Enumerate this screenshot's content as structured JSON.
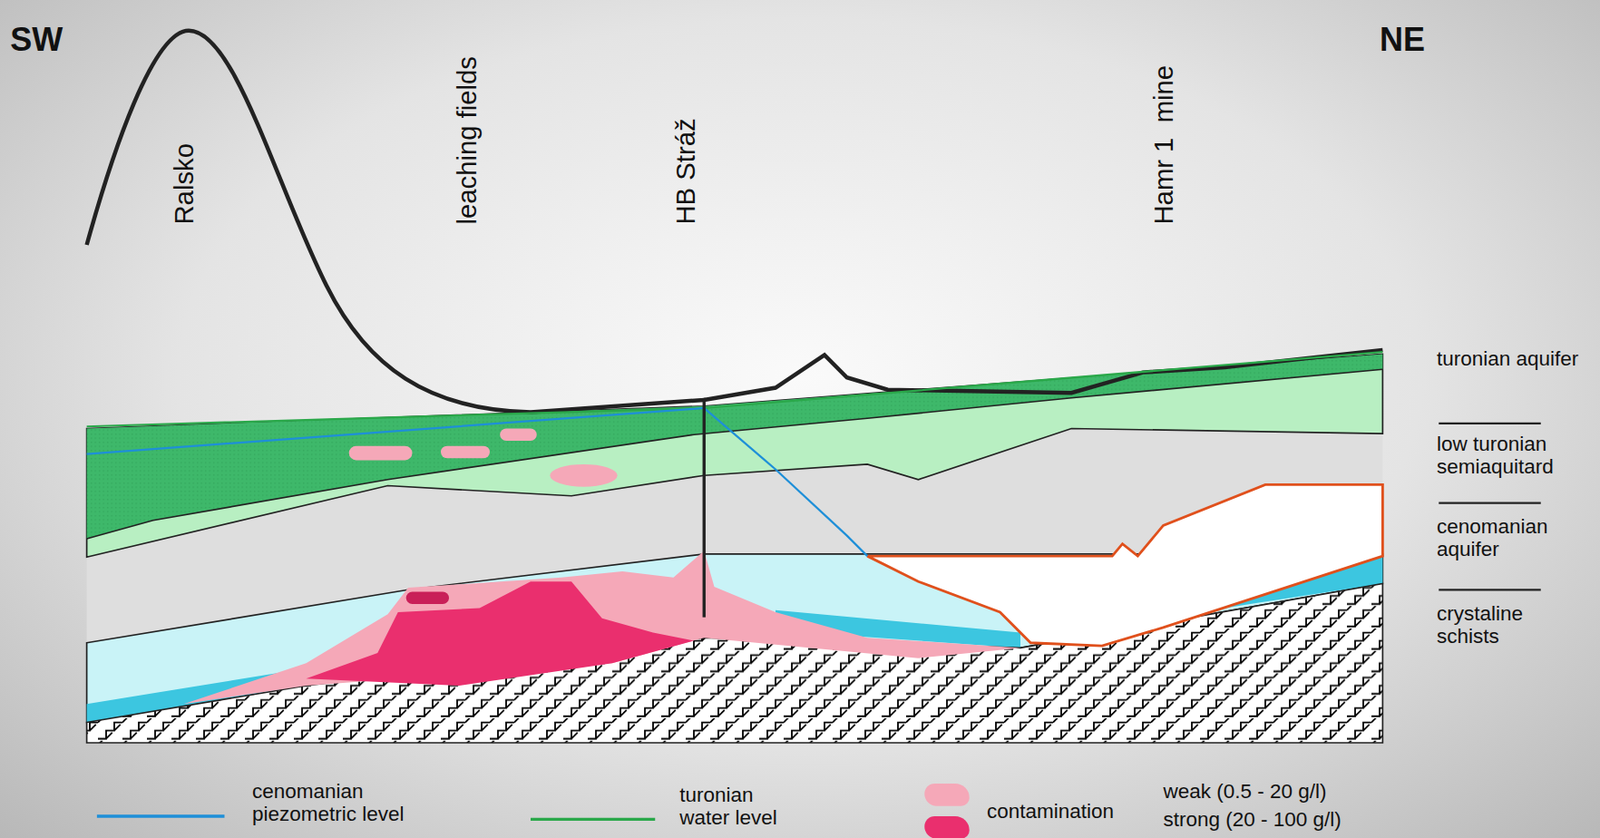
{
  "diagram": {
    "labels": [
      "SW",
      "NE",
      "Ralsko",
      "leaching fields",
      "HB Stráž",
      "Hamr 1  mine",
      "turonian aquifer",
      "low turonian semiaquitard",
      "cenomanian aquifer",
      "crystaline schists",
      "contamination"
    ],
    "legend": [
      {
        "text": "cenomanian piezometric level"
      },
      {
        "text": "turonian water level"
      },
      {
        "text": "weak (0.5 - 20 g/l)",
        "color": "#f5a8b8"
      },
      {
        "text": "strong (20 - 100 g/l)",
        "color": "#ea2f6e"
      }
    ]
  }
}
